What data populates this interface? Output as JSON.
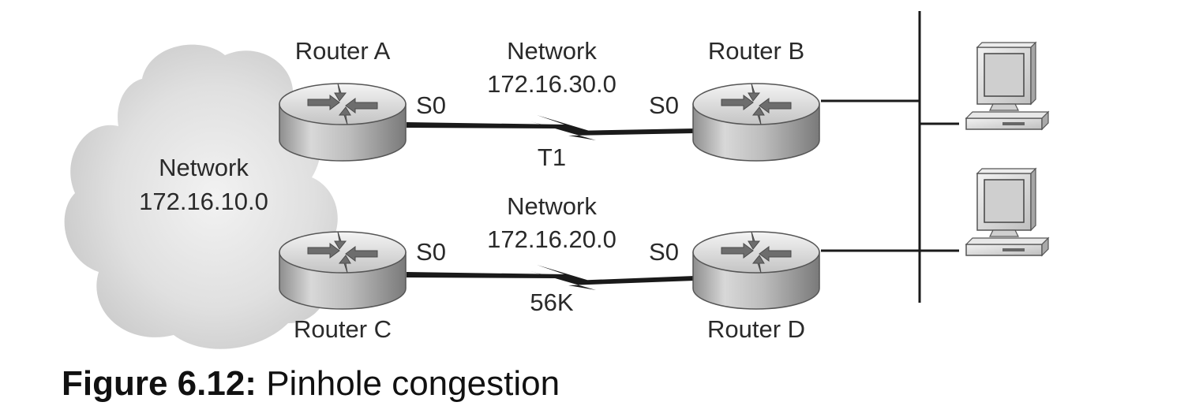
{
  "cloud": {
    "network_label": "Network",
    "network_addr": "172.16.10.0"
  },
  "routers": {
    "a": {
      "name": "Router A",
      "port": "S0"
    },
    "b": {
      "name": "Router B",
      "port": "S0"
    },
    "c": {
      "name": "Router C",
      "port": "S0"
    },
    "d": {
      "name": "Router D",
      "port": "S0"
    }
  },
  "links": {
    "top": {
      "network_label": "Network",
      "network_addr": "172.16.30.0",
      "speed": "T1"
    },
    "bottom": {
      "network_label": "Network",
      "network_addr": "172.16.20.0",
      "speed": "56K"
    }
  },
  "caption": {
    "number": "Figure 6.12:",
    "text": "Pinhole congestion"
  },
  "colors": {
    "ink": "#1a1a1a",
    "router_body": "#b9b9b9",
    "cloud": "#dcdcdc"
  },
  "icons": [
    "cloud-icon",
    "router-icon",
    "serial-link-icon",
    "workstation-icon",
    "ethernet-bus-icon"
  ]
}
